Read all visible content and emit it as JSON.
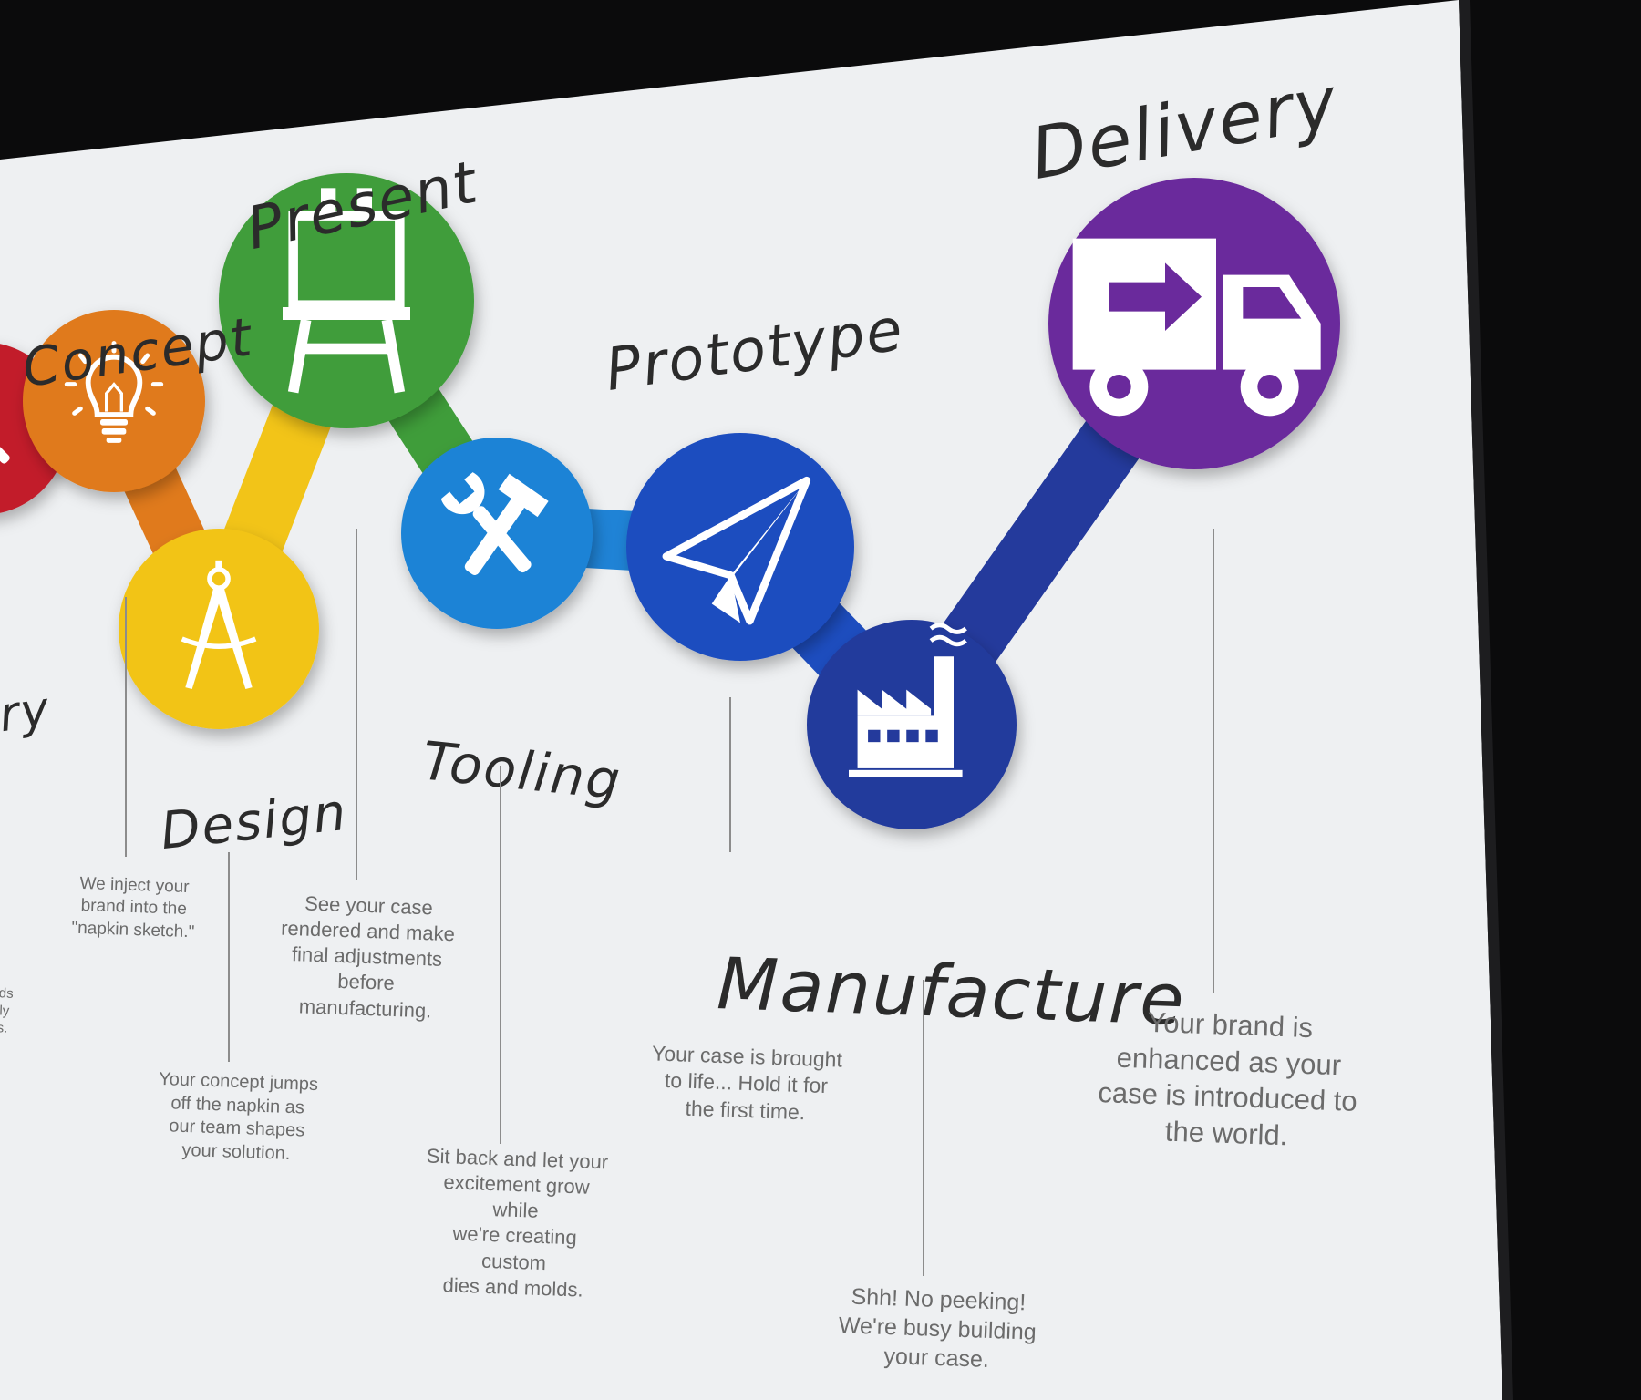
{
  "stages": [
    {
      "id": "discovery",
      "title": "ery",
      "description": "r needs\natively\ngoals.",
      "color": "#c21e2b",
      "icon": "magnifier-icon"
    },
    {
      "id": "concept",
      "title": "Concept",
      "description": "We inject your\nbrand into the\n\"napkin sketch.\"",
      "color": "#e07a1c",
      "icon": "lightbulb-icon"
    },
    {
      "id": "design",
      "title": "Design",
      "description": "Your concept jumps\noff the napkin as\nour team shapes\nyour solution.",
      "color": "#f2c418",
      "icon": "drafting-compass-icon"
    },
    {
      "id": "present",
      "title": "Present",
      "description": "See your case\nrendered and make\nfinal adjustments\nbefore manufacturing.",
      "color": "#3f9d3a",
      "icon": "easel-icon"
    },
    {
      "id": "tooling",
      "title": "Tooling",
      "description": "Sit back and let your\nexcitement grow while\nwe're creating custom\ndies and molds.",
      "color": "#1f83d6",
      "icon": "wrench-hammer-icon"
    },
    {
      "id": "prototype",
      "title": "Prototype",
      "description": "Your case is brought\nto life...  Hold it for\nthe first time.",
      "color": "#1d4dbf",
      "icon": "paper-plane-icon"
    },
    {
      "id": "manufacture",
      "title": "Manufacture",
      "description": "Shh!  No peeking!\nWe're busy building\nyour case.",
      "color": "#243a9c",
      "icon": "factory-icon"
    },
    {
      "id": "delivery",
      "title": "Delivery",
      "description": "Your brand is\nenhanced as your\ncase is introduced to\nthe world.",
      "color": "#6a2a9c",
      "icon": "delivery-truck-icon"
    }
  ],
  "colors": {
    "screen_background": "#eef0f2",
    "room_background": "#0b0b0c",
    "title_ink": "#2b2b2b",
    "description_ink": "#6b6b6b",
    "leader_line": "#8c8c8c",
    "icon_fill": "#ffffff"
  }
}
